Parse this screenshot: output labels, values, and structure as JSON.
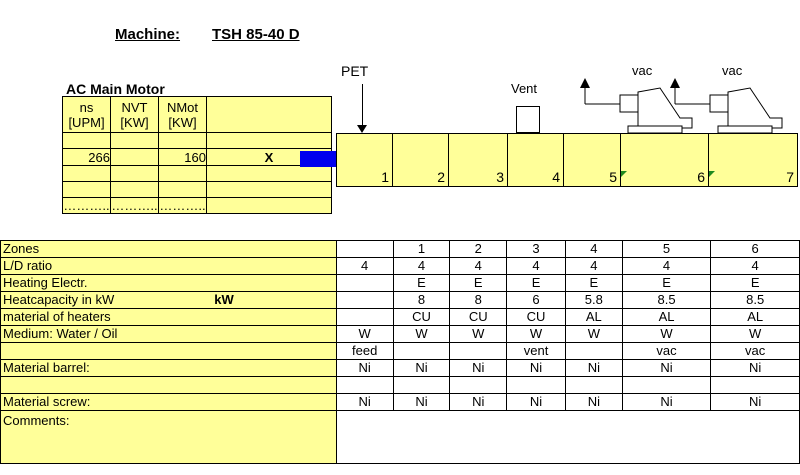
{
  "header": {
    "machine_label": "Machine:",
    "machine_value": "TSH 85-40 D"
  },
  "motor": {
    "title": "AC Main Motor",
    "col1": "ns",
    "col1_unit": "[UPM]",
    "col2": "NVT",
    "col2_unit": "[KW]",
    "col3": "NMot",
    "col3_unit": "[KW]",
    "rpm": "266",
    "power": "160",
    "mark": "X",
    "dots": "……….."
  },
  "barrel": {
    "pet": "PET",
    "vent": "Vent",
    "vac1": "vac",
    "vac2": "vac",
    "zones": [
      "1",
      "2",
      "3",
      "4",
      "5",
      "6",
      "7"
    ]
  },
  "table": {
    "rows": [
      {
        "label": "Zones",
        "extra": "",
        "cells": [
          "",
          "1",
          "2",
          "3",
          "4",
          "5",
          "6"
        ]
      },
      {
        "label": "L/D ratio",
        "extra": "",
        "cells": [
          "4",
          "4",
          "4",
          "4",
          "4",
          "4",
          "4"
        ]
      },
      {
        "label": "Heating  Electr.",
        "extra": "",
        "cells": [
          "",
          "E",
          "E",
          "E",
          "E",
          "E",
          "E"
        ]
      },
      {
        "label": "Heatcapacity  in kW",
        "extra": "kW",
        "cells": [
          "",
          "8",
          "8",
          "6",
          "5.8",
          "8.5",
          "8.5"
        ]
      },
      {
        "label": "material of heaters",
        "extra": "",
        "cells": [
          "",
          "CU",
          "CU",
          "CU",
          "AL",
          "AL",
          "AL"
        ]
      },
      {
        "label": "Medium:   Water  /  Oil",
        "extra": "",
        "cells": [
          "W",
          "W",
          "W",
          "W",
          "W",
          "W",
          "W"
        ]
      },
      {
        "label": "",
        "extra": "",
        "cells": [
          "feed",
          "",
          "",
          "vent",
          "",
          "vac",
          "vac"
        ]
      },
      {
        "label": "Material  barrel:",
        "extra": "",
        "cells": [
          "Ni",
          "Ni",
          "Ni",
          "Ni",
          "Ni",
          "Ni",
          "Ni"
        ]
      },
      {
        "label": "",
        "extra": "",
        "cells": [
          "",
          "",
          "",
          "",
          "",
          "",
          ""
        ]
      },
      {
        "label": "Material  screw:",
        "extra": "",
        "cells": [
          "Ni",
          "Ni",
          "Ni",
          "Ni",
          "Ni",
          "Ni",
          "Ni"
        ]
      }
    ],
    "comments": "Comments:"
  }
}
